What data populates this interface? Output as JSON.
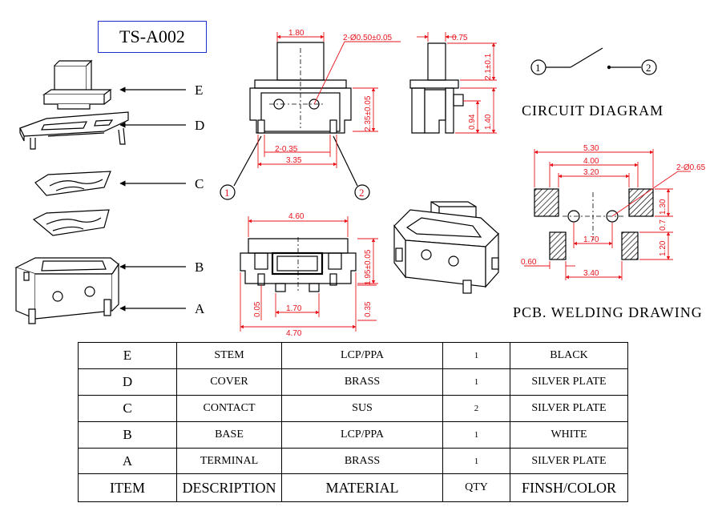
{
  "title": "TS-A002",
  "labels": {
    "circuit_diagram": "CIRCUIT DIAGRAM",
    "pcb_welding": "PCB. WELDING DRAWING",
    "parts": [
      "E",
      "D",
      "C",
      "B",
      "A"
    ],
    "circuit_pin1": "1",
    "circuit_pin2": "2"
  },
  "dimensions": {
    "top_view": [
      "1.80",
      "2-Ø0.50±0.05",
      "2.35±0.05",
      "2-0.35",
      "3.35",
      "1",
      "2"
    ],
    "side_view": [
      "0.75",
      "2.1±0.1",
      "0.94",
      "1.40"
    ],
    "front_view": [
      "4.60",
      "1.95±0.05",
      "1.70",
      "0.05",
      "4.70",
      "0.35"
    ],
    "pcb": [
      "5.30",
      "4.00",
      "3.20",
      "2-Ø0.65",
      "1.30",
      "0.7",
      "1.20",
      "1.70",
      "0.60",
      "3.40"
    ]
  },
  "colors": {
    "dimension": "#e8141b",
    "title_border": "#1a2fd0"
  },
  "bom": {
    "rows": [
      {
        "item": "E",
        "description": "STEM",
        "material": "LCP/PPA",
        "qty": "1",
        "finish": "BLACK"
      },
      {
        "item": "D",
        "description": "COVER",
        "material": "BRASS",
        "qty": "1",
        "finish": "SILVER PLATE"
      },
      {
        "item": "C",
        "description": "CONTACT",
        "material": "SUS",
        "qty": "2",
        "finish": "SILVER PLATE"
      },
      {
        "item": "B",
        "description": "BASE",
        "material": "LCP/PPA",
        "qty": "1",
        "finish": "WHITE"
      },
      {
        "item": "A",
        "description": "TERMINAL",
        "material": "BRASS",
        "qty": "1",
        "finish": "SILVER PLATE"
      }
    ],
    "header": {
      "item": "ITEM",
      "description": "DESCRIPTION",
      "material": "MATERIAL",
      "qty": "QTY",
      "finish": "FINSH/COLOR"
    }
  }
}
